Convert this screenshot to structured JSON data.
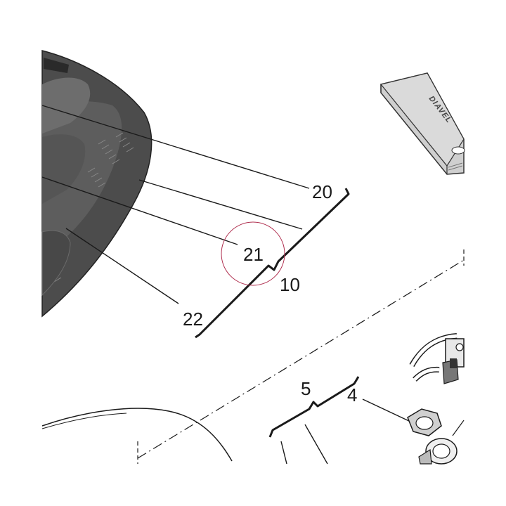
{
  "callouts": {
    "c20": "20",
    "c21": "21",
    "c10": "10",
    "c22": "22",
    "c5": "5",
    "c4": "4"
  },
  "manual_cover_text": "DIAVEL",
  "colors": {
    "seat_dark": "#4a4a4a",
    "seat_mid": "#5a5a5a",
    "seat_light": "#7a7a7a",
    "line": "#1a1a1a",
    "highlight_circle": "#b03050",
    "manual_face": "#d6d6d6"
  }
}
